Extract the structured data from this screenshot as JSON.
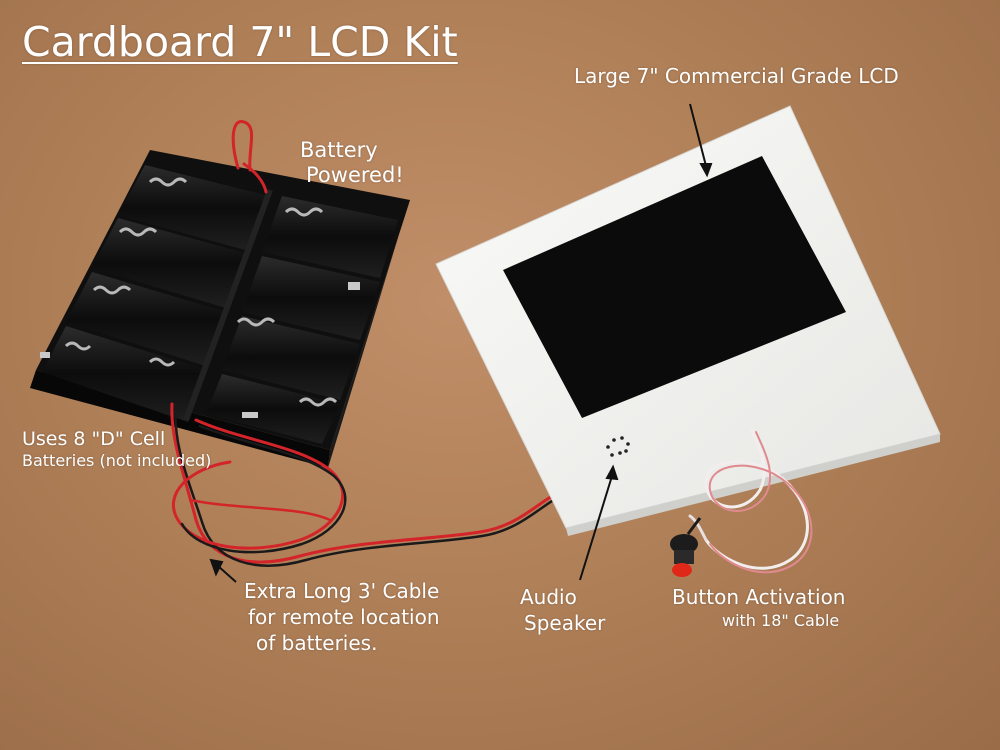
{
  "photo": {
    "title": "Cardboard 7\" LCD Kit",
    "callouts": {
      "lcd": "Large 7\" Commercial Grade LCD",
      "battery_line1": "Battery",
      "battery_line2": "Powered!",
      "dcell_line1": "Uses 8 \"D\" Cell",
      "dcell_line2": "Batteries (not included)",
      "cable_line1": "Extra Long 3' Cable",
      "cable_line2": "for remote location",
      "cable_line3": "of batteries.",
      "speaker_line1": "Audio",
      "speaker_line2": "Speaker",
      "button_line1": "Button Activation",
      "button_line2": "with 18\" Cable"
    },
    "colors": {
      "background": "#b38460",
      "label_text": "#ffffff",
      "lcd_frame": "#f4f4f2",
      "screen": "#0b0b0b",
      "battery_holder": "#151515",
      "wire_red": "#d3242a",
      "wire_black": "#1a1a1a",
      "push_button": "#e02818"
    }
  }
}
